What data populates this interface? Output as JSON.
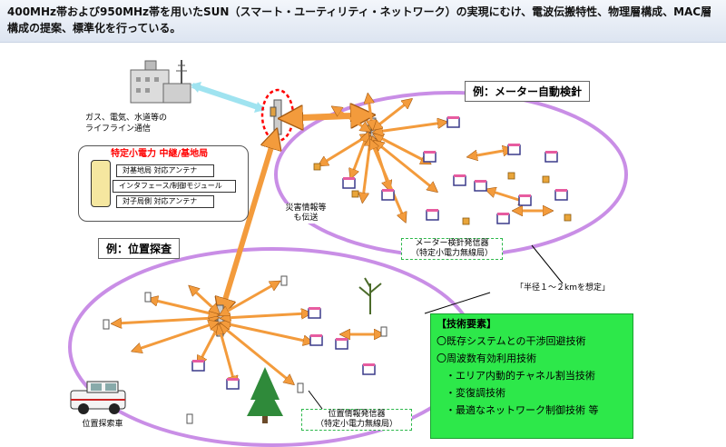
{
  "header": {
    "text": "400MHz帯および950MHz帯を用いたSUN（スマート・ユーティリティ・ネットワーク）の実現にむけ、電波伝搬特性、物理層構成、MAC層構成の提案、標準化を行っている。"
  },
  "labels": {
    "meter": "例：メーター自動検針",
    "position": "例：位置探査",
    "lifeline": "ガス、電気、水道等の\nライフライン通信",
    "disaster": "災害情報等\nも伝送",
    "meter_tx": "メーター検針発信器\n（特定小電力無線局）",
    "radius": "「半径１～２kmを想定」",
    "pos_tx": "位置情報発信器\n（特定小電力無線局）",
    "search_car": "位置探索車"
  },
  "relay": {
    "title": "特定小電力 中継/基地局",
    "rows": [
      "対基地局 対応アンテナ",
      "インタフェース/制御モジュール",
      "対子局側 対応アンテナ"
    ]
  },
  "tech": {
    "title": "【技術要素】",
    "items": [
      "〇既存システムとの干渉回避技術",
      "〇周波数有効利用技術",
      "・エリア内動的チャネル割当技術",
      "・変復調技術",
      "・最適なネットワーク制御技術 等"
    ]
  },
  "colors": {
    "header_bg": "#e6ecf5",
    "ellipse": "#c98ee6",
    "arrow": "#f39b3c",
    "panel": "#2de84a",
    "red": "#ff0000",
    "cyan": "#9fe3f0"
  }
}
